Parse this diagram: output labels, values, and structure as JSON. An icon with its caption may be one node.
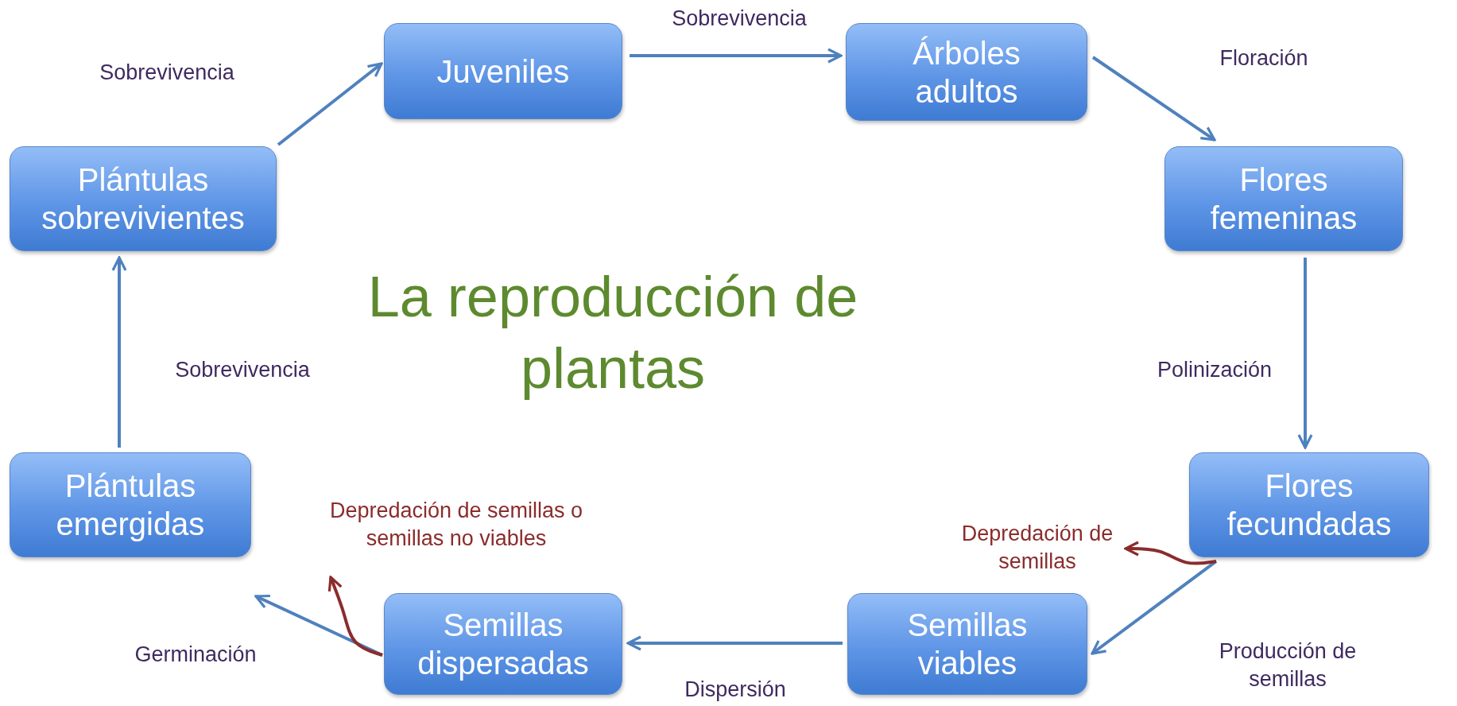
{
  "diagram": {
    "title": "La reproducción de plantas",
    "nodes": [
      {
        "text": [
          "Juveniles"
        ]
      },
      {
        "text": [
          "Árboles adultos"
        ]
      },
      {
        "text": [
          "Flores femeninas"
        ]
      },
      {
        "text": [
          "Flores fecundadas"
        ]
      },
      {
        "text": [
          "Semillas viables"
        ]
      },
      {
        "text": [
          "Semillas dispersadas"
        ]
      },
      {
        "text": [
          "Plántulas emergidas"
        ]
      },
      {
        "text": [
          "Plántulas sobrevivientes"
        ]
      },
      {
        "text": [
          "Depredación de semillas"
        ]
      },
      {
        "text": [
          "Depredación de semillas o semillas no viables"
        ]
      }
    ],
    "edges": [
      {
        "from": 7,
        "to": 0,
        "arrow": "to",
        "label": "Sobrevivencia"
      },
      {
        "from": 0,
        "to": 1,
        "arrow": "to",
        "label": "Sobrevivencia"
      },
      {
        "from": 1,
        "to": 2,
        "arrow": "to",
        "label": "Floración"
      },
      {
        "from": 2,
        "to": 3,
        "arrow": "to",
        "label": "Polinización"
      },
      {
        "from": 3,
        "to": 4,
        "arrow": "to",
        "label": "Producción de semillas"
      },
      {
        "from": 4,
        "to": 5,
        "arrow": "to",
        "label": "Dispersión"
      },
      {
        "from": 5,
        "to": 6,
        "arrow": "to",
        "label": "Germinación"
      },
      {
        "from": 6,
        "to": 7,
        "arrow": "to",
        "label": "Sobrevivencia"
      },
      {
        "from": 3,
        "to": 8,
        "arrow": "to",
        "color": "#8b2c2c"
      },
      {
        "from": 5,
        "to": 9,
        "arrow": "to",
        "color": "#8b2c2c"
      }
    ]
  }
}
